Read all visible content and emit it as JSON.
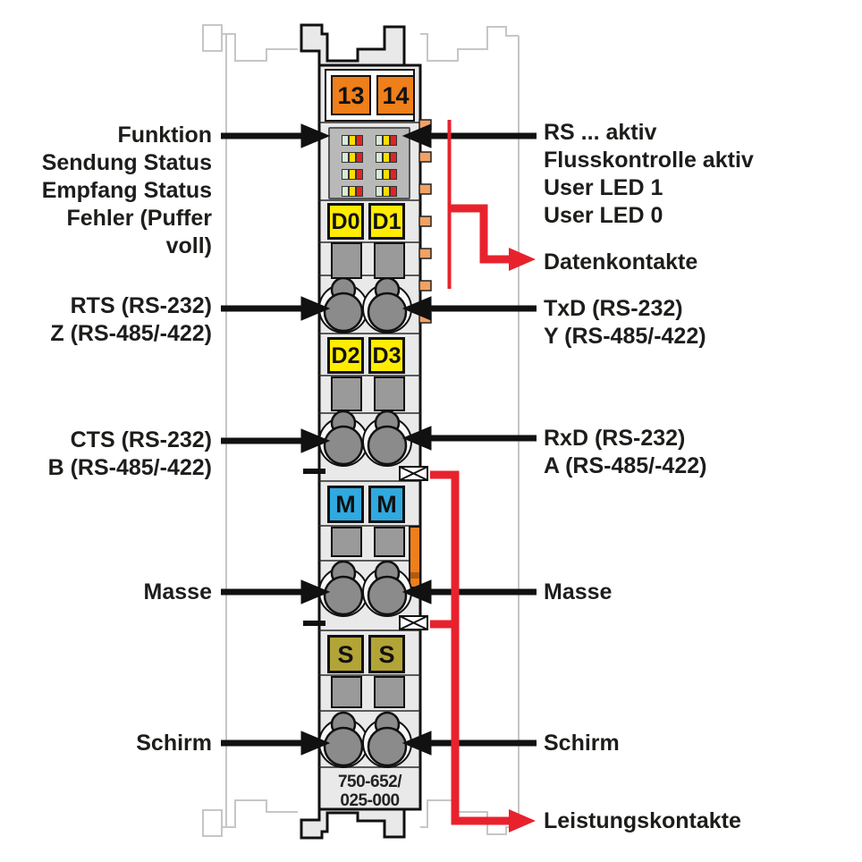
{
  "colors": {
    "orange": "#ee7f1a",
    "tabOrange": "#f2a164",
    "yellow": "#ffec00",
    "blue": "#2fa9e0",
    "olive": "#b3a437",
    "red": "#e8222d",
    "body": "#e9e9e9",
    "ghost": "#c6c6c6",
    "ledgreen": "#d7ead6",
    "ledyellow": "#ffdd00",
    "ledred": "#e02424",
    "ink": "#1d1d1b"
  },
  "module": {
    "part_number_line1": "750-652/",
    "part_number_line2": "025-000",
    "terminals": [
      "13",
      "14"
    ],
    "data_labels_top": [
      "D0",
      "D1"
    ],
    "data_labels_mid": [
      "D2",
      "D3"
    ],
    "ground_labels": [
      "M",
      "M"
    ],
    "shield_labels": [
      "S",
      "S"
    ]
  },
  "left": {
    "status_lines": [
      "Funktion",
      "Sendung Status",
      "Empfang Status",
      "Fehler (Puffer",
      "voll)"
    ],
    "rts_lines": [
      "RTS (RS-232)",
      "Z (RS-485/-422)"
    ],
    "cts_lines": [
      "CTS (RS-232)",
      "B (RS-485/-422)"
    ],
    "masse": "Masse",
    "schirm": "Schirm"
  },
  "right": {
    "led_lines": [
      "RS ... aktiv",
      "Flusskontrolle aktiv",
      "User LED 1",
      "User LED 0"
    ],
    "datenkontakte": "Datenkontakte",
    "txd_lines": [
      "TxD (RS-232)",
      "Y (RS-485/-422)"
    ],
    "rxd_lines": [
      "RxD (RS-232)",
      "A (RS-485/-422)"
    ],
    "masse": "Masse",
    "schirm": "Schirm",
    "leistungskontakte": "Leistungskontakte"
  }
}
